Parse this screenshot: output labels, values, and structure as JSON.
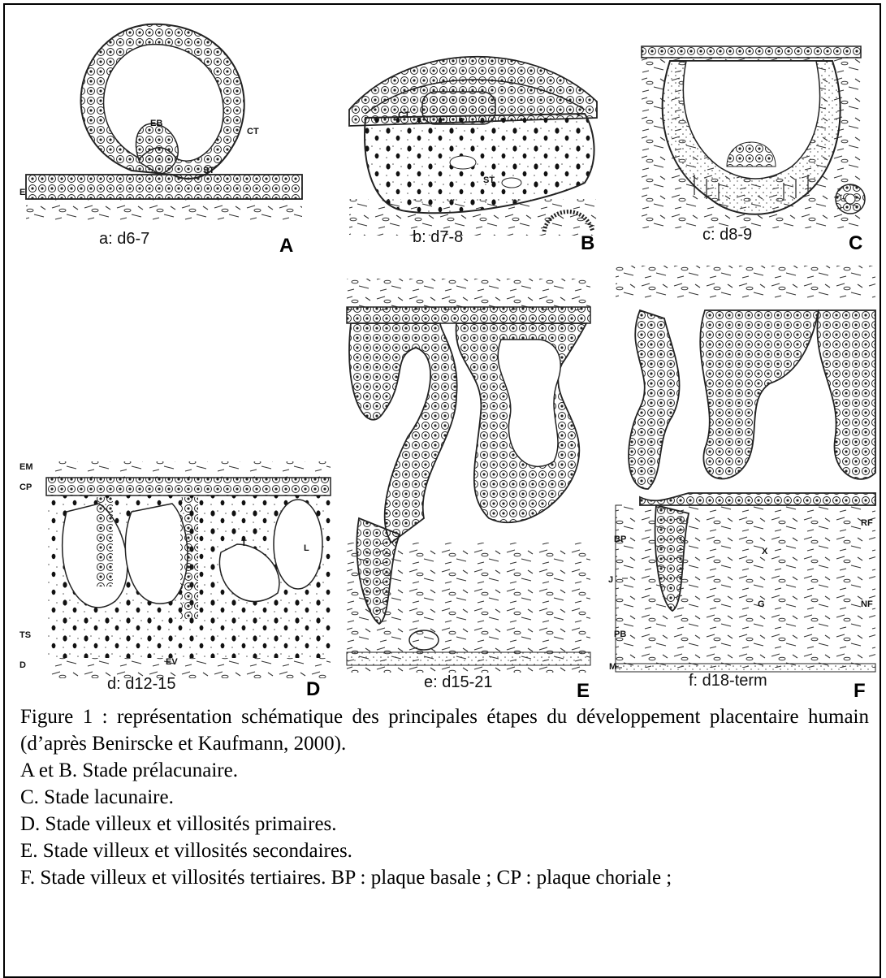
{
  "panels": [
    {
      "id": "A",
      "label": "a: d6-7",
      "letter": "A",
      "tags": [
        "EB",
        "CT",
        "ST",
        "E"
      ]
    },
    {
      "id": "B",
      "label": "b: d7-8",
      "letter": "B",
      "tags": [
        "CT",
        "ST"
      ]
    },
    {
      "id": "C",
      "label": "c: d8-9",
      "letter": "C",
      "tags": []
    },
    {
      "id": "D",
      "label": "d: d12-15",
      "letter": "D",
      "tags": [
        "EM",
        "CP",
        "T",
        "L",
        "TS",
        "D",
        "EV"
      ]
    },
    {
      "id": "E",
      "label": "e: d15-21",
      "letter": "E",
      "tags": []
    },
    {
      "id": "F",
      "label": "f: d18-term",
      "letter": "F",
      "tags": [
        "RF",
        "BP",
        "X",
        "J",
        "G",
        "NF",
        "PB",
        "M"
      ]
    }
  ],
  "caption": {
    "lines": [
      "Figure 1 : représentation schématique des principales étapes du développement placentaire humain (d’après Benirscke et Kaufmann, 2000).",
      "A et B. Stade prélacunaire.",
      "C. Stade lacunaire.",
      "D. Stade villeux et villosités primaires.",
      "E. Stade villeux et villosités secondaires.",
      "F. Stade villeux et villosités tertiaires. BP : plaque basale ; CP : plaque choriale ;"
    ]
  }
}
